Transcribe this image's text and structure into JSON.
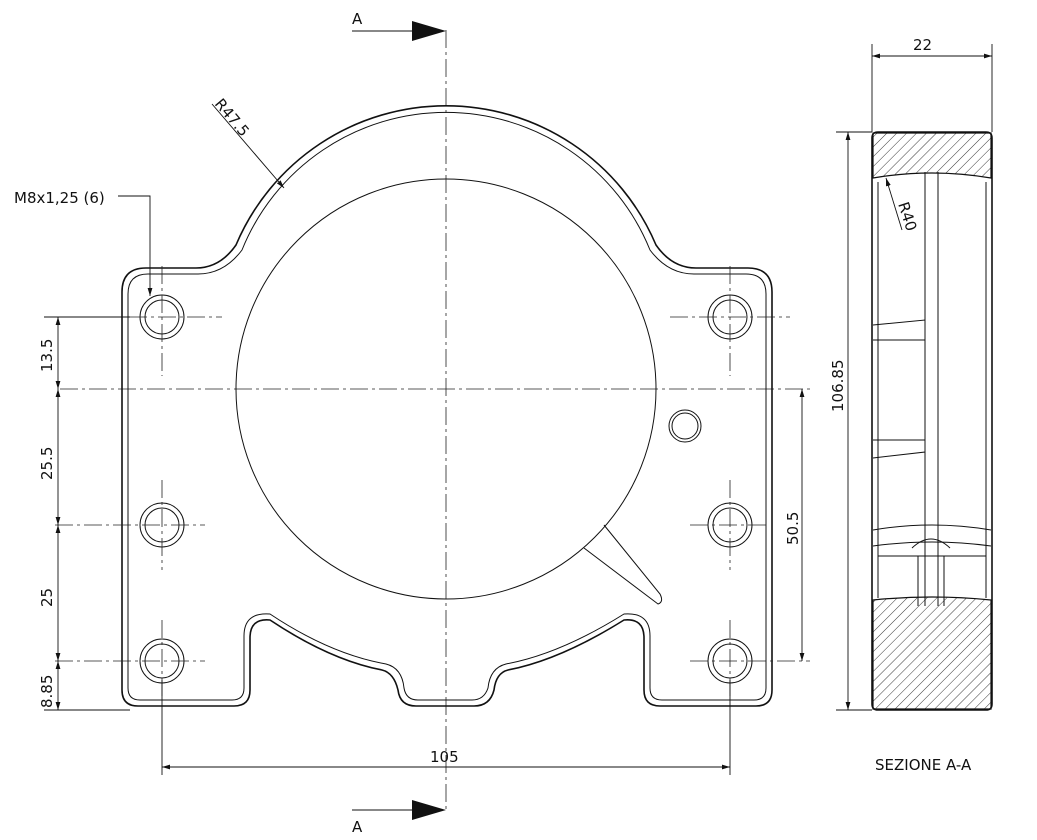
{
  "section_marker_top": "A",
  "section_marker_bottom": "A",
  "thread_callout": "M8x1,25 (6)",
  "radius_outer": "R47.5",
  "radius_section": "R40",
  "dim_13_5": "13.5",
  "dim_25_5": "25.5",
  "dim_25": "25",
  "dim_8_85": "8.85",
  "dim_105": "105",
  "dim_50_5": "50.5",
  "dim_106_85": "106.85",
  "dim_22": "22",
  "section_caption": "SEZIONE  A-A",
  "colors": {
    "line": "#111111",
    "background": "#ffffff"
  }
}
